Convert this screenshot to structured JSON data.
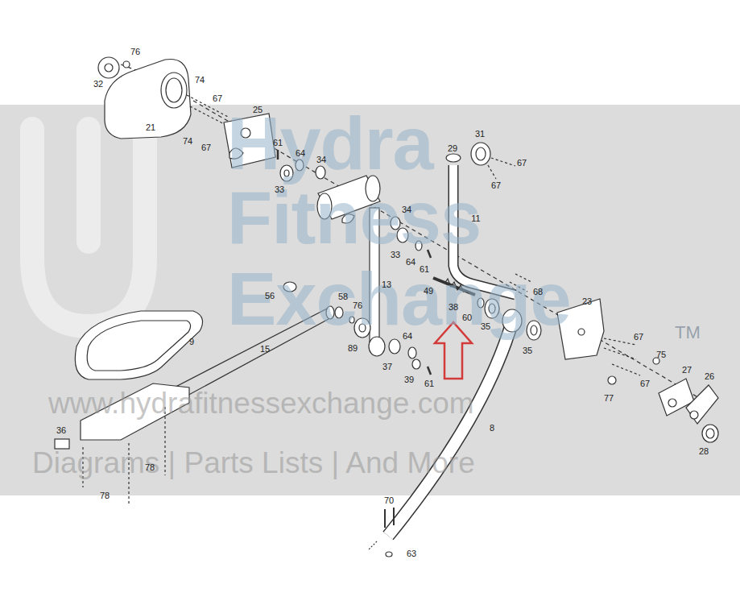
{
  "diagram": {
    "labels": [
      "Hydra",
      "Fitness",
      "Exchange",
      "TM",
      "www.hydrafitnessexchange.com",
      "Diagrams | Parts Lists | And More",
      "76",
      "74",
      "32",
      "67",
      "25",
      "21",
      "31",
      "74",
      "67",
      "61",
      "64",
      "34",
      "29",
      "67",
      "67",
      "33",
      "34",
      "11",
      "33",
      "64",
      "61",
      "13",
      "49",
      "68",
      "56",
      "58",
      "23",
      "76",
      "38",
      "60",
      "35",
      "64",
      "67",
      "9",
      "89",
      "15",
      "35",
      "75",
      "37",
      "27",
      "39",
      "26",
      "61",
      "67",
      "77",
      "8",
      "36",
      "28",
      "78",
      "78",
      "70",
      "63"
    ]
  }
}
